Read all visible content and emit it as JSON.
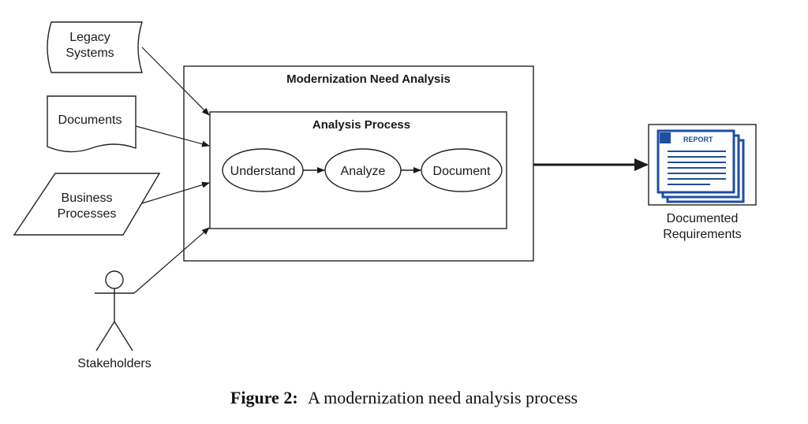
{
  "inputs": {
    "legacy_systems": [
      "Legacy",
      "Systems"
    ],
    "documents": "Documents",
    "business_processes": [
      "Business",
      "Processes"
    ],
    "stakeholders": "Stakeholders"
  },
  "outer_box": {
    "title": "Modernization Need Analysis"
  },
  "inner_box": {
    "title": "Analysis Process"
  },
  "steps": {
    "understand": "Understand",
    "analyze": "Analyze",
    "document": "Document"
  },
  "output": {
    "report_word": "REPORT",
    "label": [
      "Documented",
      "Requirements"
    ],
    "icon": "report-document-icon",
    "accent_color": "#1f4ea0"
  },
  "caption": {
    "prefix": "Figure 2:",
    "text": "A modernization need analysis process"
  }
}
